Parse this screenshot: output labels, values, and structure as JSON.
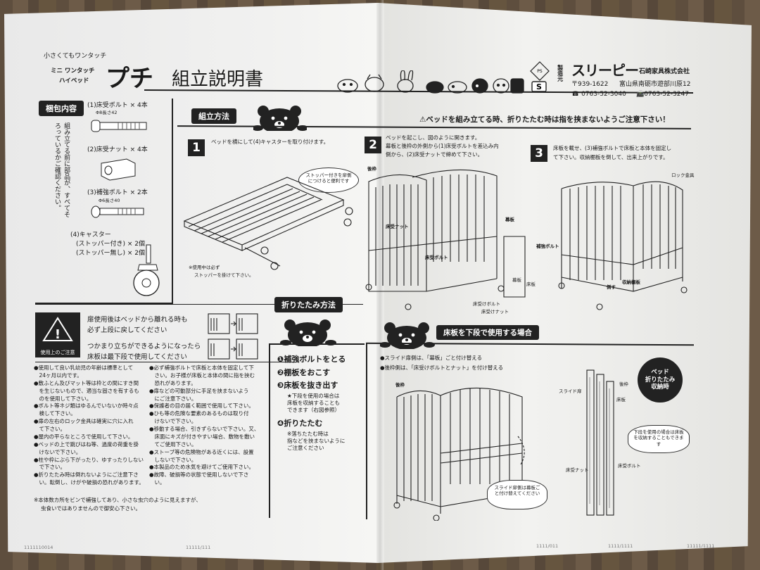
{
  "header": {
    "tagline": "小さくてもワンタッチ",
    "subtitle_l1": "ミニ ワンタッチ",
    "subtitle_l2": "ハイベッド",
    "product": "プチ",
    "doc_title": "組立説明書",
    "maker_vertical": "製造元",
    "brand": "スリーピー",
    "company": "石崎家具株式会社",
    "postal": "〒939-1622",
    "address": "富山県南砺市遊部川原12",
    "tel": "☎ 0763-52-3040",
    "fax": "📠0763-52-3247"
  },
  "contents": {
    "badge": "梱包内容",
    "note": "組み立てる前に部品が、すべてそろっているかご確認ください。",
    "items": [
      {
        "label": "(1)床受ボルト × 4本",
        "spec": "Φ8長さ42"
      },
      {
        "label": "(2)床受ナット × 4本",
        "spec": ""
      },
      {
        "label": "(3)補強ボルト × 2本",
        "spec": "Φ6長さ40"
      },
      {
        "label": "(4)キャスター",
        "spec": ""
      }
    ],
    "caster_a": "(ストッパー付き) × 2個",
    "caster_b": "(ストッパー無し) × 2個"
  },
  "assembly": {
    "badge": "組立方法",
    "warning": "⚠ベッドを組み立てる時、折りたたむ時は指を挟まないようご注意下さい！",
    "step1_no": "1",
    "step1_text": "ベッドを横にして(4)キャスターを取り付けます。",
    "step1_bubble": "ストッパー付きを扉側につけると便利です",
    "step1_note_l1": "※使用中は必ず",
    "step1_note_l2": "ストッパーを掛けて下さい。",
    "step2_no": "2",
    "step2_text_l1": "ベッドを起こし、図のように開きます。",
    "step2_text_l2": "幕板と後枠の外側から(1)床受ボルトを差込み内",
    "step2_text_l3": "側から、(2)床受ナットで締めて下さい。",
    "step2_labels": {
      "back": "後枠",
      "floor_bolt": "床受ナット",
      "floor_bolt2": "床受ボルト",
      "panel": "幕板",
      "floor": "床板",
      "kakuita": "幕板",
      "leg_bolt": "床受けボルト",
      "leg_nut": "床受けナット"
    },
    "step3_no": "3",
    "step3_text_l1": "床板を載せ、(3)補強ボルトで床板と本体を固定し",
    "step3_text_l2": "て下さい。収納棚板を倒して、出来上がりです。",
    "step3_labels": {
      "lock": "ロック金具",
      "bolt": "補強ボルト",
      "down": "倒す",
      "shelf": "収納棚板"
    }
  },
  "caution": {
    "icon_label": "使用上のご注意",
    "line1": "扉使用後はベッドから離れる時も",
    "line2": "必ず上段に戻してください",
    "line3": "つかまり立ちができるようになったら",
    "line4": "床板は最下段で使用してください",
    "left_notes": [
      "●使用して良い乳幼児の年齢は標準として",
      "　24ヶ月以内です。",
      "●敷ふとん及びマット等は枠との間にすき間",
      "　を生じないもので、適当な固さを有するも",
      "　のを使用して下さい。",
      "●ボルト等ネジ類はゆるんでいないか時々点",
      "　検して下さい。",
      "●扉の左右のロック金具は確実に穴に入れ",
      "　て下さい。",
      "●屋内の平らなところで使用して下さい。",
      "●ベッドの上で跳びはね等、過度の荷重を掛",
      "　けないで下さい。",
      "●柱や枠にぶら下がったり、ゆすったりしない",
      "　で下さい。",
      "●折りたたみ時は倒れないようにご注意下さ",
      "　い。転倒し、けがや破損の恐れがあります。"
    ],
    "right_notes": [
      "●必ず補強ボルトで床板と本体を固定して下",
      "　さい。お子様が床板と本体の間に指を挟む",
      "　恐れがあります。",
      "●扉などの可動部分に手足を挟まないよう",
      "　にご注意下さい。",
      "●保護者の目の届く範囲で使用して下さい。",
      "●ひも等の危険な要素のあるものは取り付",
      "　けないで下さい。",
      "●移動する場合、引きずらないで下さい。又、",
      "　床面にキズが付きやすい場合、敷物を敷い",
      "　てご使用下さい。",
      "●ストーブ等の危険物がある近くには、設置",
      "　しないで下さい。",
      "●本製品のため水気を避けてご使用下さい。",
      "●故障、破損等の状態で使用しないで下さ",
      "　い。"
    ],
    "footer_l1": "※本体数カ所をビンで補強してあり、小さな虫穴のように見えますが、",
    "footer_l2": "虫食いではありませんので御安心下さい。"
  },
  "folding": {
    "badge": "折りたたみ方法",
    "steps": [
      "❶補強ボルトをとる",
      "❷棚板をおこす",
      "❸床板を抜き出す"
    ],
    "note3_l1": "★下段を使用の場合は",
    "note3_l2": "床板を収納することも",
    "note3_l3": "できます（右図参照）",
    "step4": "❹折りたたむ",
    "note4_l1": "※落ちたたむ時は",
    "note4_l2": "指などを挟まないように",
    "note4_l3": "ご注意ください"
  },
  "lower": {
    "badge": "床板を下段で使用する場合",
    "line1": "●スライド扉側は、「幕板」ごと付け替える",
    "line2": "●後枠側は、「床受けボルトとナット」を付け替える",
    "label_back": "後枠",
    "bubble_slide": "スライド扉側は幕板ごと付け替えてください",
    "circle": "ベッド\n折りたたみ\n収納時",
    "label_slide_door": "スライド扉",
    "label_back2": "後枠",
    "label_floor": "床板",
    "bubble_store": "下段を使用の場合は床板を収納することもできます",
    "label_nut": "床受ナット",
    "label_bolt": "床受ボルト"
  },
  "print_codes": [
    "1111110014",
    "11111/111",
    "1111/011",
    "1111/1111",
    "11111/1111"
  ]
}
